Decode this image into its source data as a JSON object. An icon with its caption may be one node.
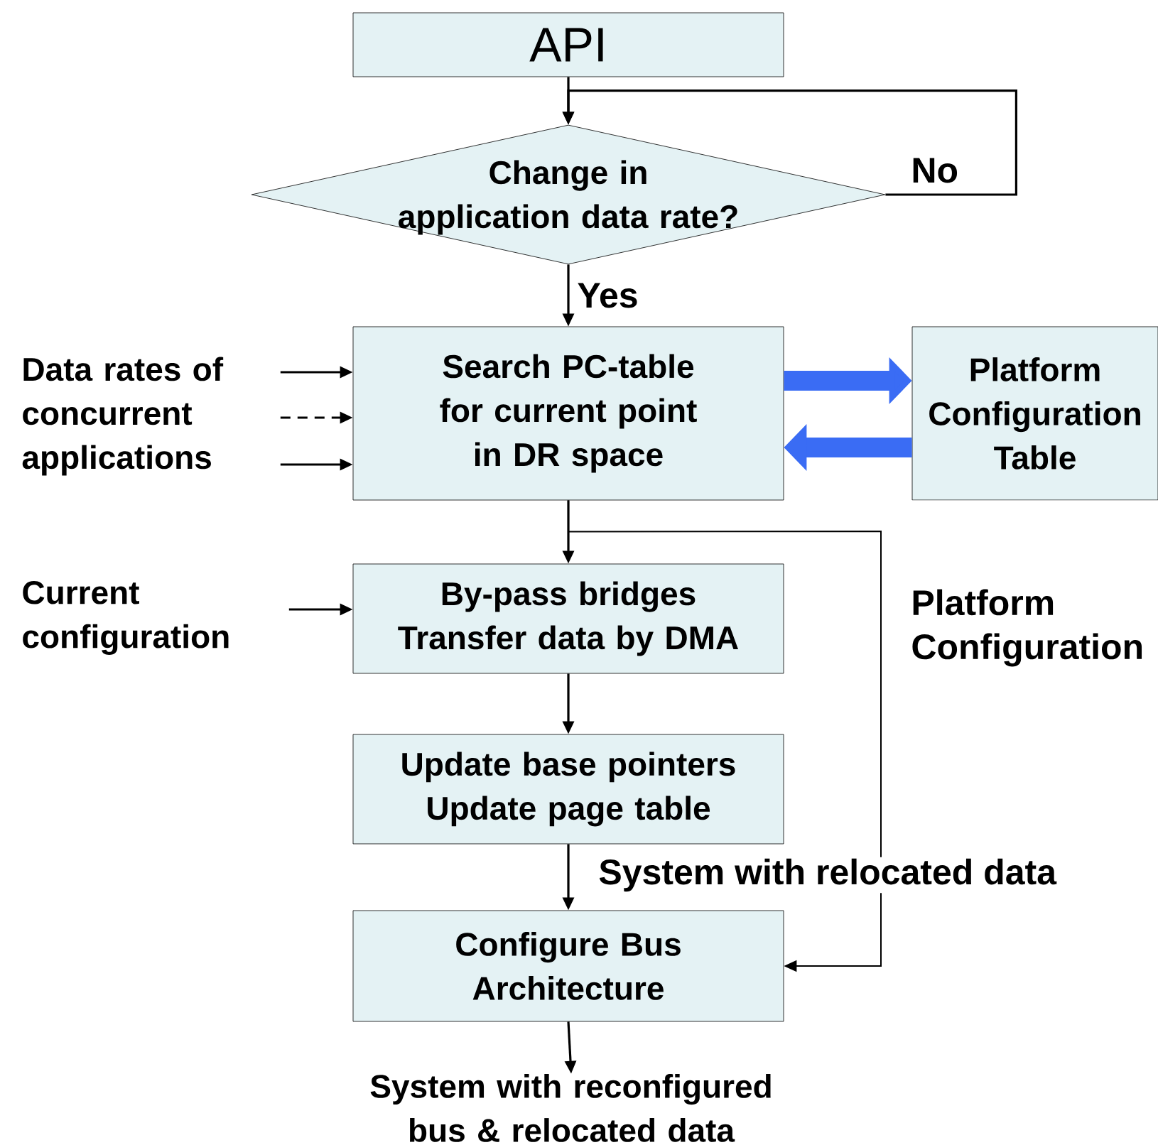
{
  "diagram": {
    "nodes": [
      {
        "text": [
          "API"
        ]
      },
      {
        "text": [
          "Change in application data rate?"
        ]
      },
      {
        "text": [
          "Search PC-table for current point in DR space"
        ]
      },
      {
        "text": [
          "Platform Configuration Table"
        ]
      },
      {
        "text": [
          "By-pass bridges",
          "Transfer data by DMA"
        ]
      },
      {
        "text": [
          "Update base pointers",
          "Update page table"
        ]
      },
      {
        "text": [
          "Configure Bus Architecture"
        ]
      },
      {
        "text": [
          "Data rates of concurrent applications"
        ]
      },
      {
        "text": [
          "Current configuration"
        ]
      },
      {
        "text": [
          "System with reconfigured bus & relocated data"
        ]
      }
    ],
    "edges": [
      {
        "from": 0,
        "to": 1,
        "arrow": "to"
      },
      {
        "from": 1,
        "to": 1,
        "arrow": "to",
        "label": "No"
      },
      {
        "from": 1,
        "to": 2,
        "arrow": "to",
        "label": "Yes"
      },
      {
        "from": 7,
        "to": 2,
        "arrow": "to"
      },
      {
        "from": 7,
        "to": 2,
        "arrow": "to",
        "style": "dashed"
      },
      {
        "from": 7,
        "to": 2,
        "arrow": "to"
      },
      {
        "from": 2,
        "to": 3,
        "arrow": "to",
        "style": "thick",
        "color": "#3a6cf4"
      },
      {
        "from": 3,
        "to": 2,
        "arrow": "to",
        "style": "thick",
        "color": "#3a6cf4"
      },
      {
        "from": 2,
        "to": 4,
        "arrow": "to"
      },
      {
        "from": 2,
        "to": 6,
        "arrow": "to",
        "label": "Platform Configuration"
      },
      {
        "from": 8,
        "to": 4,
        "arrow": "to"
      },
      {
        "from": 4,
        "to": 5,
        "arrow": "to"
      },
      {
        "from": 5,
        "to": 6,
        "arrow": "to",
        "label": "System with relocated data"
      },
      {
        "from": 6,
        "to": 9,
        "arrow": "to"
      }
    ]
  }
}
